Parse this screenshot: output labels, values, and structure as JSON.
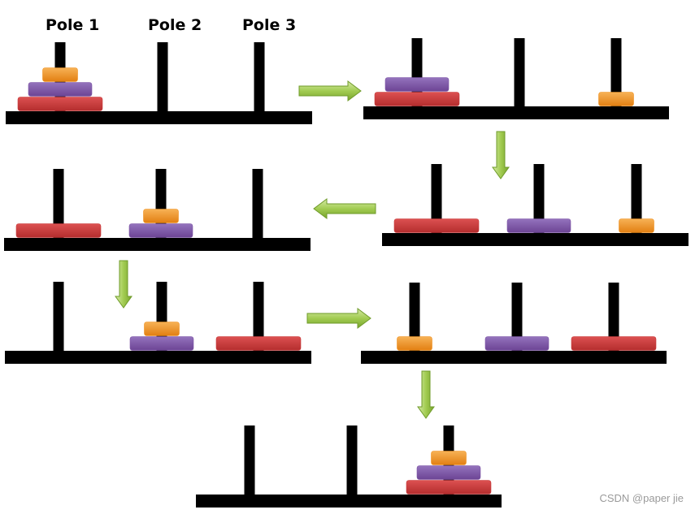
{
  "labels": {
    "pole1": "Pole 1",
    "pole2": "Pole 2",
    "pole3": "Pole 3"
  },
  "watermark": "CSDN @paper jie",
  "colors": {
    "pole": "#000000",
    "disk_small": "#f0911f",
    "disk_medium": "#7d54a5",
    "disk_large": "#c8393a",
    "arrow_fill": "#9bc44a",
    "arrow_stroke": "#6f9b2a"
  },
  "disk_names": [
    "small",
    "medium",
    "large"
  ],
  "states": [
    {
      "step": 1,
      "poles": [
        [
          "large",
          "medium",
          "small"
        ],
        [],
        []
      ]
    },
    {
      "step": 2,
      "poles": [
        [
          "large",
          "medium"
        ],
        [],
        [
          "small"
        ]
      ]
    },
    {
      "step": 3,
      "poles": [
        [
          "large"
        ],
        [
          "medium"
        ],
        [
          "small"
        ]
      ]
    },
    {
      "step": 4,
      "poles": [
        [
          "large"
        ],
        [
          "medium",
          "small"
        ],
        []
      ]
    },
    {
      "step": 5,
      "poles": [
        [],
        [
          "medium",
          "small"
        ],
        [
          "large"
        ]
      ]
    },
    {
      "step": 6,
      "poles": [
        [
          "small"
        ],
        [
          "medium"
        ],
        [
          "large"
        ]
      ]
    },
    {
      "step": 7,
      "poles": [
        [],
        [],
        [
          "large",
          "medium",
          "small"
        ]
      ]
    }
  ]
}
